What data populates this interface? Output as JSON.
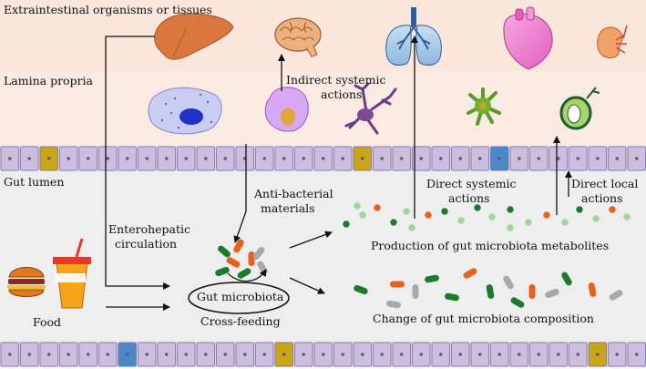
{
  "regions": {
    "tissues": "Extraintestinal organisms or tissues",
    "lamina_propria": "Lamina propria",
    "gut_lumen": "Gut lumen"
  },
  "organs": [
    "liver-icon",
    "brain-icon",
    "lungs-icon",
    "heart-icon",
    "kidney-icon"
  ],
  "immune_cells": [
    "macrophage-icon",
    "lymphocyte-icon",
    "neuron-cell-icon",
    "dendritic-cell-icon",
    "goblet-cell-icon"
  ],
  "labels": {
    "indirect_systemic": [
      "Indirect systemic",
      "actions"
    ],
    "direct_systemic": [
      "Direct systemic",
      "actions"
    ],
    "direct_local": [
      "Direct local",
      "actions"
    ],
    "anti_bacterial": [
      "Anti-bacterial",
      "materials"
    ],
    "enterohepatic": [
      "Enterohepatic",
      "circulation"
    ],
    "production": "Production of gut microbiota metabolites",
    "gut_microbiota": "Gut microbiota",
    "cross_feeding": "Cross-feeding",
    "food": "Food",
    "composition_change": "Change of gut microbiota composition"
  },
  "colors": {
    "tissue_band": "#fbe6dc",
    "lamina_band": "#f9ebe2",
    "lumen": "#eeeeee",
    "epithelial_cell": "#cbbfdd",
    "goblet_cell": "#c9a616",
    "enteroendocrine_cell": "#4a88c8",
    "bacteria_green": "#1b7a2b",
    "bacteria_orange": "#e8601a",
    "bacteria_gray": "#a8a8a8",
    "metabolite_light_green": "#9ed69a"
  }
}
